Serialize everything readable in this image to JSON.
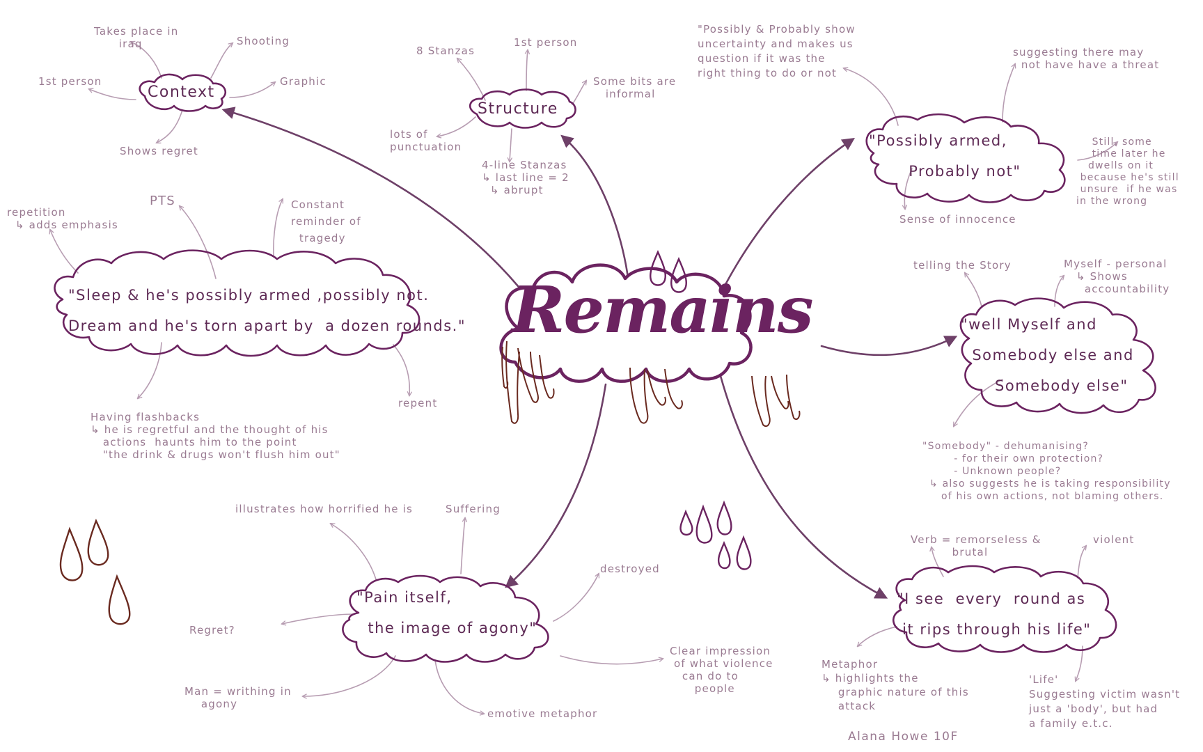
{
  "title": "Remains",
  "author": "Alana Howe 10F",
  "context": {
    "label": "Context",
    "takes_place": "Takes place in\n      iraq",
    "shooting": "Shooting",
    "graphic": "Graphic",
    "first_person": "1st person",
    "regret": "Shows regret"
  },
  "structure": {
    "label": "Structure",
    "stanzas": "8 Stanzas",
    "first_person": "1st person",
    "informal": "Some bits are\n   informal",
    "punctuation": "lots of\npunctuation",
    "four_line": "4-line Stanzas\n↳ last line = 2\n  ↳ abrupt"
  },
  "sleep": {
    "quote": "\"Sleep & he's possibly armed ,possibly not.\nDream and he's torn apart by  a dozen rounds.\"",
    "repetition": "repetition\n  ↳ adds emphasis",
    "pts": "PTS",
    "constant": "Constant\nreminder of\n  tragedy",
    "repent": "repent",
    "flashbacks": "Having flashbacks\n↳ he is regretful and the thought of his\n   actions  haunts him to the point\n   \"the drink & drugs won't flush him out\""
  },
  "possibly": {
    "quote": "\"Possibly armed,\n       Probably not\"",
    "uncertainty": "\"Possibly & Probably show\nuncertainty and makes us\nquestion if it was the\nright thing to do or not",
    "threat": "suggesting there may\n  not have have a threat",
    "still": "    Still, some\n    time later he\n   dwells on it\n because he's still\n unsure  if he was\nin the wrong",
    "innocence": "Sense of innocence"
  },
  "myself": {
    "quote": "\"well Myself and\n  Somebody else and\n      Somebody else\"",
    "telling": "telling the Story",
    "personal": "Myself - personal\n   ↳ Shows\n     accountability",
    "somebody": "\"Somebody\" - dehumanising?\n        - for their own protection?\n        - Unknown people?",
    "also": "↳ also suggests he is taking responsibility\n   of his own actions, not blaming others."
  },
  "pain": {
    "quote": "\"Pain itself,\n  the image of agony\"",
    "illustrates": "illustrates how horrified he is",
    "suffering": "Suffering",
    "destroyed": "destroyed",
    "regret": "Regret?",
    "man": "Man = writhing in\n    agony",
    "emotive": "emotive metaphor",
    "clear": "Clear impression\n of what violence\n   can do to\n      people"
  },
  "isee": {
    "quote": "\"I see  every  round as\n it rips through his life\"",
    "verb": "Verb = remorseless &\n          brutal",
    "violent": "violent",
    "metaphor": "Metaphor\n↳ highlights the\n    graphic nature of this\n    attack",
    "life": "'Life'\nSuggesting victim wasn't\njust a 'body', but had\na family e.t.c."
  }
}
